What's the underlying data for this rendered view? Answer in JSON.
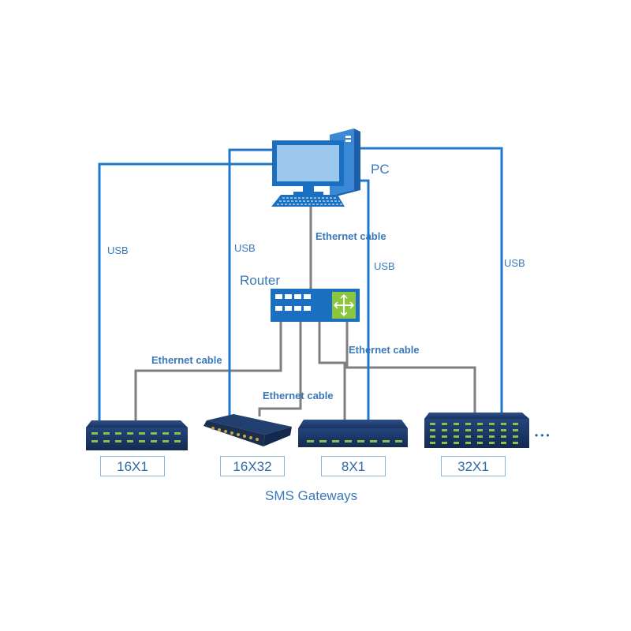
{
  "pc": {
    "label": "PC"
  },
  "router": {
    "label": "Router"
  },
  "cables": {
    "usb": [
      "USB",
      "USB",
      "USB",
      "USB"
    ],
    "ethernet": [
      "Ethernet cable",
      "Ethernet cable",
      "Ethernet cable",
      "Ethernet cable"
    ]
  },
  "gateways": {
    "models": [
      "16X1",
      "16X32",
      "8X1",
      "32X1"
    ],
    "more": "•••",
    "caption": "SMS Gateways"
  },
  "colors": {
    "usb_line": "#1f77c8",
    "ethernet_line": "#7f7f7f",
    "device_body": "#1f3a6e",
    "port": "#7fae3a"
  },
  "icons": [
    "pc-tower-icon",
    "monitor-icon",
    "keyboard-icon",
    "router-icon",
    "gateway-device-icon"
  ]
}
